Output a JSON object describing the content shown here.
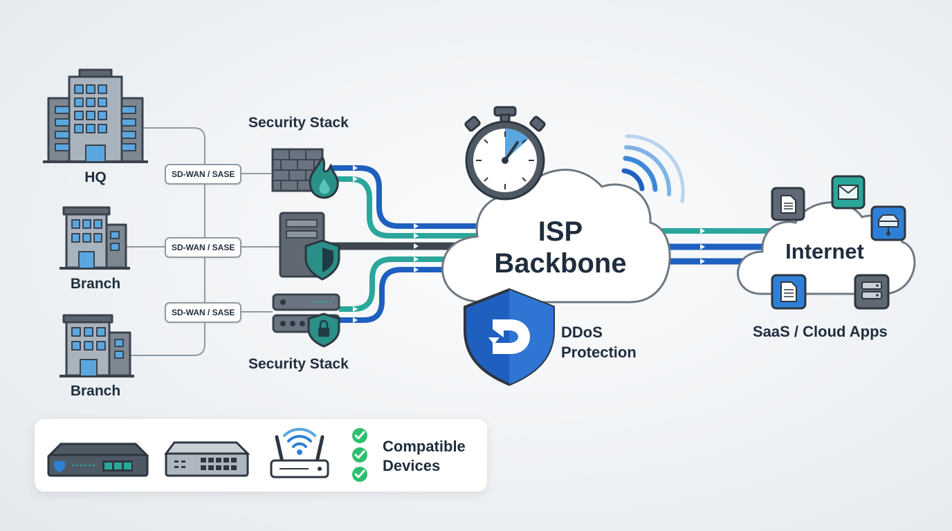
{
  "sites": [
    {
      "label": "HQ",
      "icon": "hq-building-icon"
    },
    {
      "label": "Branch",
      "icon": "branch-building-icon"
    },
    {
      "label": "Branch",
      "icon": "branch-building-icon"
    }
  ],
  "links": [
    "SD-WAN / SASE",
    "SD-WAN / SASE",
    "SD-WAN / SASE"
  ],
  "security": {
    "top_label": "Security Stack",
    "bottom_label": "Security Stack",
    "devices": [
      "firewall-icon",
      "shield-server-icon",
      "lock-appliance-icon"
    ]
  },
  "backbone": {
    "title_line1": "ISP",
    "title_line2": "Backbone",
    "icons": [
      "stopwatch-icon",
      "wireless-signal-icon"
    ]
  },
  "ddos": {
    "line1": "DDoS",
    "line2": "Protection",
    "icon": "ddos-shield-icon"
  },
  "internet": {
    "title": "Internet",
    "caption": "SaaS / Cloud Apps",
    "icons": [
      "document-icon",
      "mail-icon",
      "storage-icon",
      "document-icon",
      "server-icon"
    ]
  },
  "compatible": {
    "line1": "Compatible",
    "line2": "Devices",
    "devices": [
      "rack-router-icon",
      "network-switch-icon",
      "wifi-router-icon"
    ]
  },
  "colors": {
    "dark_blue": "#1f5fbf",
    "teal": "#2aa79b",
    "gray_line": "#3d4650",
    "outline": "#3a434d",
    "accent_green": "#2dbf6e"
  }
}
